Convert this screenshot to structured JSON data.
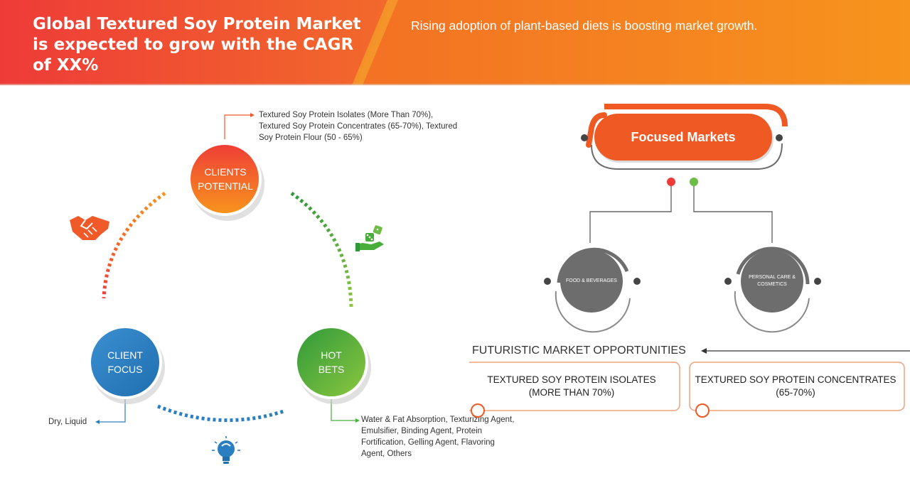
{
  "header": {
    "title": "Global Textured Soy Protein Market is expected to grow with the CAGR of XX%",
    "subtitle": "Rising adoption of plant-based diets is boosting market growth."
  },
  "colors": {
    "header_red": "#ee3b38",
    "header_orange": "#f7941d",
    "clients_potential": "#f05a28",
    "client_focus": "#2a7fc1",
    "hot_bets": "#49ad3b",
    "focused_markets": "#ef5a24",
    "segment_gray": "#6d6d6d"
  },
  "cycle": {
    "clients_potential": {
      "label": "CLIENTS POTENTIAL",
      "note": "Textured Soy Protein Isolates (More Than 70%), Textured Soy Protein Concentrates (65-70%), Textured Soy Protein Flour (50 - 65%)"
    },
    "client_focus": {
      "label": "CLIENT FOCUS",
      "note": "Dry, Liquid"
    },
    "hot_bets": {
      "label": "HOT BETS",
      "note": "Water & Fat Absorption, Texturizing Agent, Emulsifier, Binding Agent, Protein Fortification, Gelling Agent, Flavoring Agent, Others"
    },
    "icons": [
      "handshake-icon",
      "dice-hand-icon",
      "lightbulb-icon"
    ]
  },
  "focused_markets": {
    "label": "Focused Markets",
    "segments": [
      "FOOD & BEVERAGES",
      "PERSONAL CARE & COSMETICS"
    ]
  },
  "opportunities": {
    "title": "FUTURISTIC MARKET OPPORTUNITIES",
    "items": [
      "TEXTURED SOY PROTEIN ISOLATES (MORE THAN 70%)",
      "TEXTURED SOY PROTEIN CONCENTRATES (65-70%)"
    ]
  }
}
